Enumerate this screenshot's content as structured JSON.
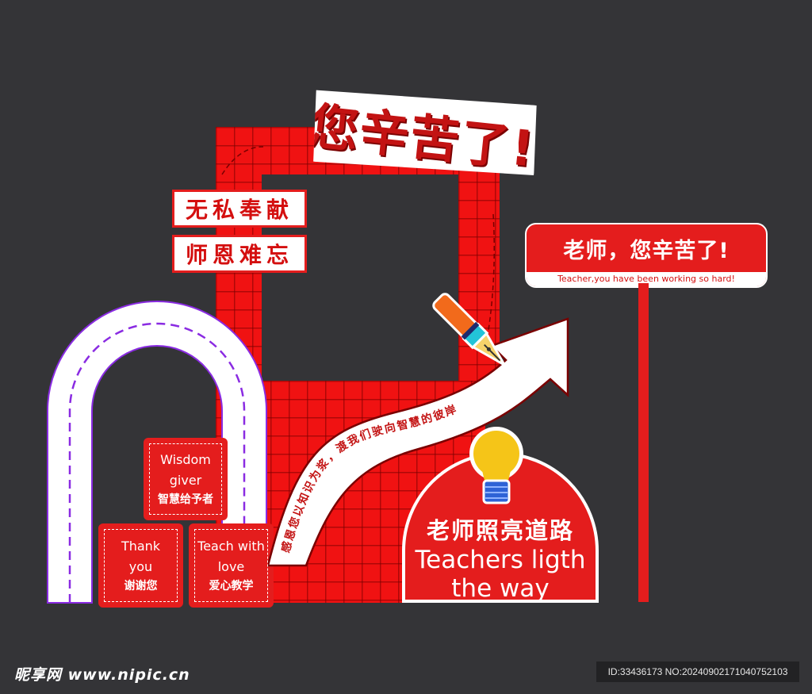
{
  "title_sticker": "您辛苦了!",
  "label_boxes": [
    "无私奉献",
    "师恩难忘"
  ],
  "sign": {
    "title": "老师，您辛苦了!",
    "subtitle": "Teacher,you have been working so hard!"
  },
  "arrow_text": "感恩您以知识为浆，渡我们驶向智慧的彼岸",
  "cards": [
    {
      "en": [
        "Wisdom",
        "giver"
      ],
      "cn": "智慧给予者"
    },
    {
      "en": [
        "Thank",
        "you"
      ],
      "cn": "谢谢您"
    },
    {
      "en": [
        "Teach with",
        "love"
      ],
      "cn": "爱心教学"
    }
  ],
  "dome": {
    "cn": "老师照亮道路",
    "en_line1": "Teachers ligth",
    "en_line2": "the way"
  },
  "watermark": {
    "left": "昵享网 www.nipic.cn",
    "right": "ID:33436173 NO:20240902171040752103"
  },
  "colors": {
    "background": "#343437",
    "red": "#e41d1d",
    "dark_red": "#c31313",
    "white": "#ffffff",
    "purple_dash": "#8a2be2",
    "bulb": "#f5c518"
  },
  "icons": [
    "pen-icon",
    "light-bulb-icon",
    "arrow-icon",
    "arch-road-icon"
  ]
}
